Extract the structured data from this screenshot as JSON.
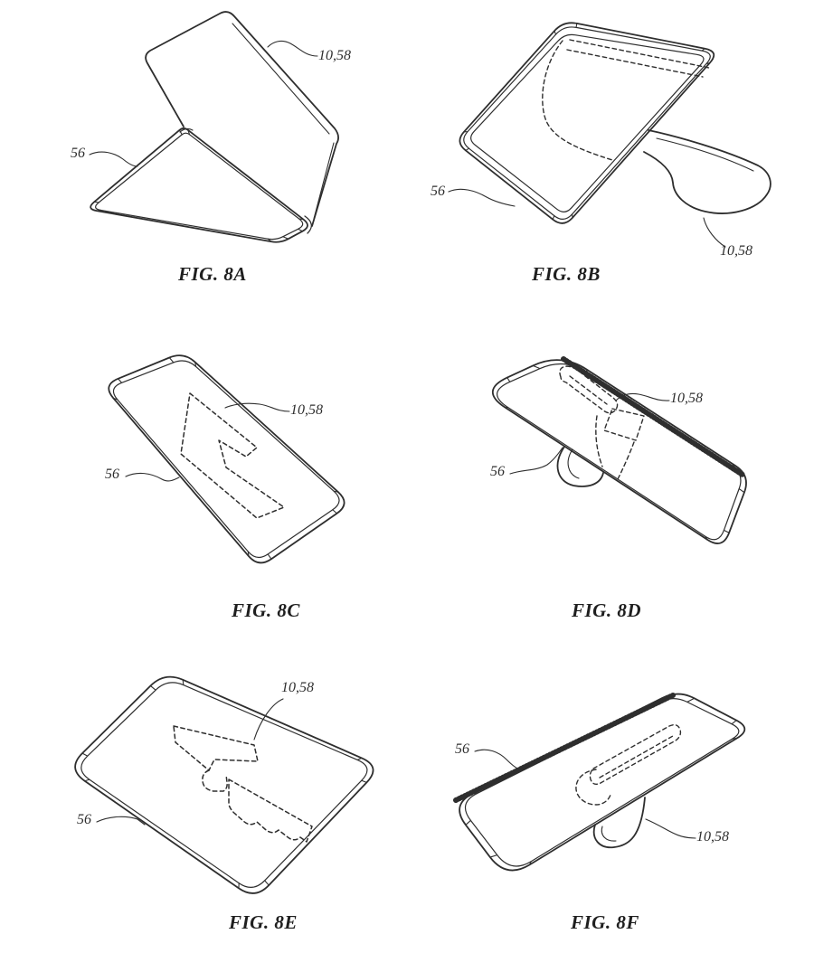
{
  "page": {
    "background_color": "#ffffff",
    "ink_color": "#2e2e2e"
  },
  "figures": [
    {
      "caption": "FIG. 8A",
      "labels": {
        "device": "10,58",
        "cover": "56"
      }
    },
    {
      "caption": "FIG. 8B",
      "labels": {
        "device": "10,58",
        "cover": "56"
      }
    },
    {
      "caption": "FIG. 8C",
      "labels": {
        "device": "10,58",
        "cover": "56"
      }
    },
    {
      "caption": "FIG. 8D",
      "labels": {
        "device": "10,58",
        "cover": "56"
      }
    },
    {
      "caption": "FIG. 8E",
      "labels": {
        "device": "10,58",
        "cover": "56"
      }
    },
    {
      "caption": "FIG. 8F",
      "labels": {
        "device": "10,58",
        "cover": "56"
      }
    }
  ]
}
